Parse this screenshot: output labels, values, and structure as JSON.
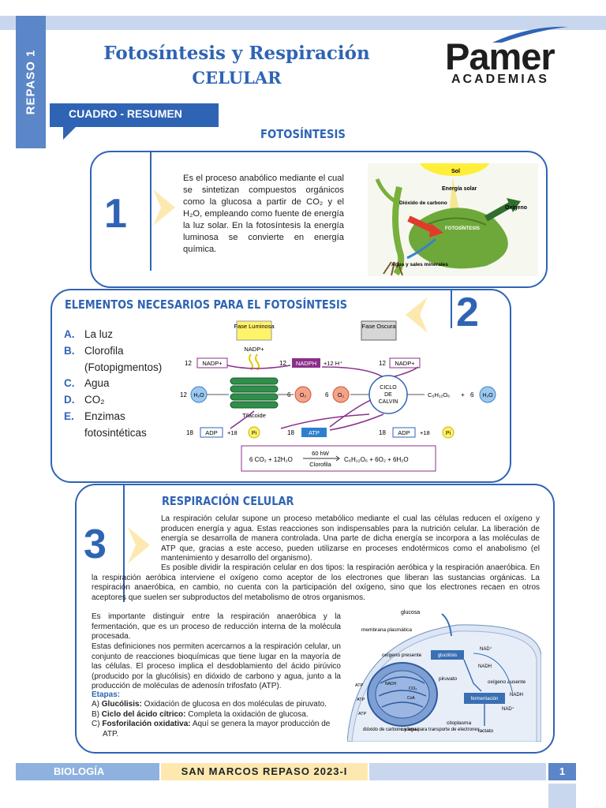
{
  "side_tab": "REPASO 1",
  "title_line1": "Fotosíntesis y Respiración",
  "title_line2": "celular",
  "logo": {
    "name": "Pamer",
    "sub": "ACADEMIAS"
  },
  "cuadro_label": "CUADRO - RESUMEN",
  "fotosintesis_title": "FOTOSÍNTESIS",
  "section1": {
    "number": "1",
    "text": "Es el proceso anabólico mediante el cual se sintetizan compuestos orgánicos como la glucosa a partir de CO₂ y el H₂O, empleando como fuente de energía la luz solar. En la fotosíntesis la energía luminosa se convierte en energía química.",
    "image_labels": {
      "sol": "Sol",
      "energia": "Energía solar",
      "dioxido": "Dióxido de carbono",
      "oxigeno": "Oxígeno",
      "fotosintesis": "FOTOSÍNTESIS",
      "agua": "Agua y sales minerales"
    }
  },
  "section2": {
    "number": "2",
    "title": "ELEMENTOS NECESARIOS PARA EL FOTOSÍNTESIS",
    "items": [
      {
        "letter": "A.",
        "text": "La luz"
      },
      {
        "letter": "B.",
        "text": "Clorofila"
      },
      {
        "letter": "",
        "text": "(Fotopigmentos)"
      },
      {
        "letter": "C.",
        "text": "Agua"
      },
      {
        "letter": "D.",
        "text": "CO₂"
      },
      {
        "letter": "E.",
        "text": "Enzimas"
      },
      {
        "letter": "",
        "text": "fotosintéticas"
      }
    ],
    "diagram": {
      "fase_luminosa": "Fase Luminosa",
      "fase_oscura": "Fase Oscura",
      "nadp_plus": "NADP+",
      "nadph": "NADPH",
      "h_plus": "+12 H⁺",
      "twelve": "12",
      "six": "6",
      "eighteen": "18",
      "h2o": "H₂O",
      "o2": "O₂",
      "atp": "ATP",
      "adp": "ADP",
      "plus18": "+18",
      "pi": "Pi",
      "tilacoide": "Tilacoide",
      "ciclo": "CICLO",
      "de": "DE",
      "calvin": "CALVIN",
      "glucose": "C₆H₁₂O₆",
      "plus6": "+",
      "equation_left": "6 CO₂ + 12H₂O",
      "equation_top": "60 hW",
      "equation_bottom": "Clorofila",
      "equation_right": "C₆H₁₂O₆ + 6O₂ + 6H₂O"
    }
  },
  "section3": {
    "number": "3",
    "title": "RESPIRACIÓN CELULAR",
    "p1": "La respiración celular supone un proceso metabólico mediante el cual las células reducen el oxígeno y producen energía y agua. Estas reacciones son indispensables para la nutrición celular. La liberación de energía se desarrolla de manera controlada. Una parte de dicha energía se incorpora a las moléculas de ATP que, gracias a este acceso, pueden utilizarse en proceses endotérmicos como el anabolismo (el mantenimiento y desarrollo del organismo).",
    "p2": "Es posible dividir la respiración celular en dos tipos: la respiración aeróbica y la respiración anaeróbica. En la respiración aeróbica interviene el oxígeno como aceptor de los electrones que liberan las sustancias orgánicas. La respiración anaeróbica, en cambio, no cuenta con la participación del oxígeno, sino que los electrones recaen en otros aceptores que suelen ser subproductos del metabolismo de otros organismos.",
    "p3": "Es importante distinguir entre la respiración anaeróbica y la fermentación, que es un proceso de reducción interna de la molécula procesada.",
    "p4": "Estas definiciones nos permiten acercarnos a la respiración celular, un conjunto de reacciones bioquímicas que tiene lugar en la mayoría de las células. El proceso implica el desdoblamiento del ácido pirúvico (producido por la glucólisis) en dióxido de carbono y agua, junto a la producción de moléculas de adenosín trifosfato (ATP).",
    "etapas": "Etapas:",
    "steps": [
      {
        "prefix": "A) ",
        "bold": "Glucólisis:",
        "text": " Oxidación de glucosa en dos moléculas de piruvato."
      },
      {
        "prefix": "B) ",
        "bold": "Ciclo del ácido cítrico:",
        "text": " Completa la oxidación de glucosa."
      },
      {
        "prefix": "C) ",
        "bold": "Fosforilación oxidativa:",
        "text": " Aquí se genera la mayor producción de ATP."
      }
    ],
    "diagram": {
      "glucosa": "glucosa",
      "membrana": "membrana plasmática",
      "oxigeno_presente": "oxígeno presente",
      "glucolisis": "glucólisis",
      "nad_plus": "NAD⁺",
      "nadh": "NADH",
      "piruvato": "piruvato",
      "oxigeno_ausente": "oxígeno ausente",
      "fermentacion": "fermentación",
      "citoplasma": "citoplasma",
      "lactato": "lactato",
      "atp": "ATP",
      "co2": "CO₂",
      "coa": "CoA",
      "dioxido": "dióxido de carbono y agua",
      "cadena": "cadena para transporte de electrones"
    }
  },
  "footer": {
    "subject": "BIOLOGÍA",
    "middle": "SAN MARCOS REPASO 2023-I",
    "page": "1"
  },
  "colors": {
    "accent": "#2f64b4",
    "light": "#c9d7ee",
    "yellow": "#fde9b0",
    "purple": "#8b2f8b"
  }
}
